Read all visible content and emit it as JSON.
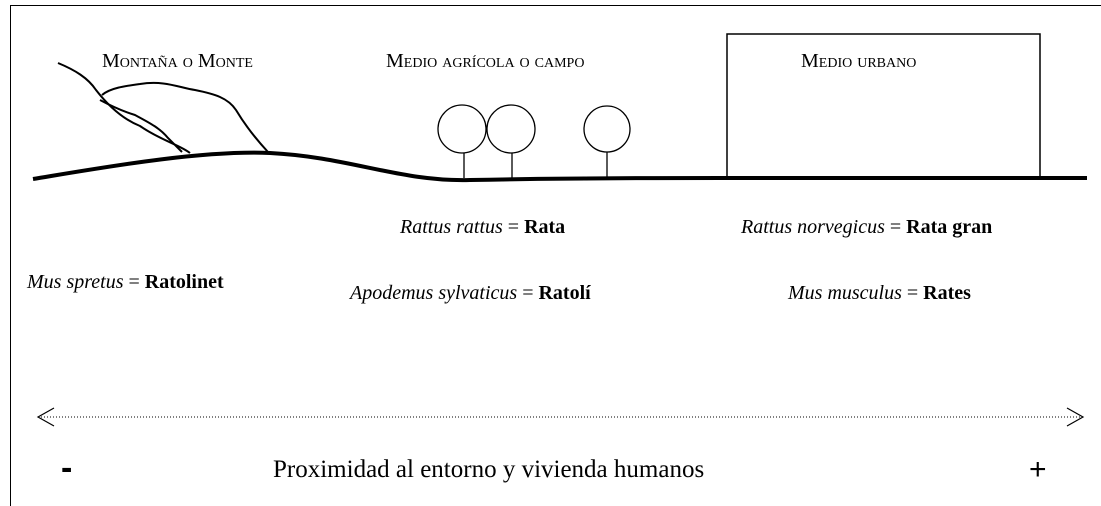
{
  "habitats": {
    "mountain": "Montaña o Monte",
    "agricultural": "Medio agrícola o campo",
    "urban": "Medio urbano"
  },
  "species": [
    {
      "scientific": "Mus spretus",
      "separator": " = ",
      "common": "Ratolinet"
    },
    {
      "scientific": "Rattus rattus",
      "separator": " = ",
      "common": "Rata"
    },
    {
      "scientific": "Apodemus sylvaticus",
      "separator": " = ",
      "common": "Ratolí"
    },
    {
      "scientific": "Rattus norvegicus",
      "separator": " = ",
      "common": "Rata gran"
    },
    {
      "scientific": "Mus musculus",
      "separator": " = ",
      "common": "Rates"
    }
  ],
  "axis": {
    "minus": "-",
    "caption": "Proximidad al entorno y vivienda humanos",
    "plus": "+"
  }
}
